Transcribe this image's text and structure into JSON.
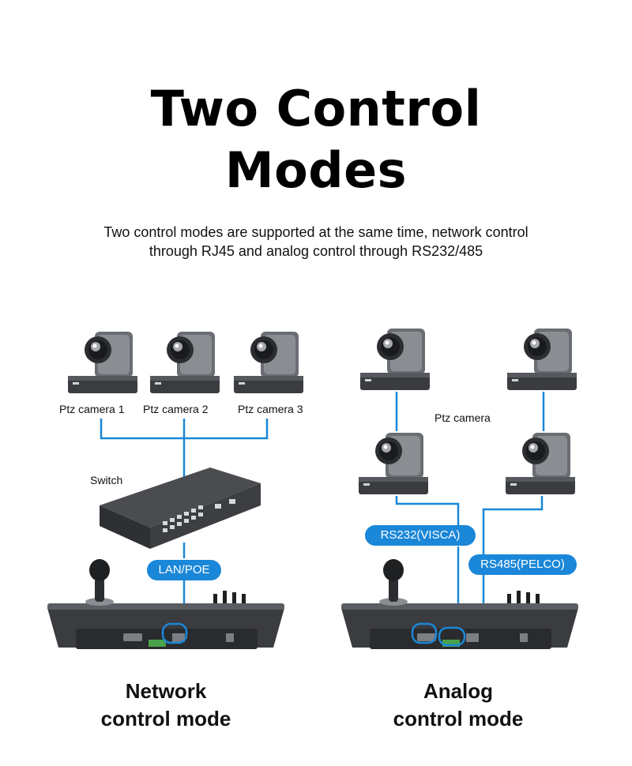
{
  "header": {
    "title_line1": "Two Control",
    "title_line2": "Modes",
    "subtitle_line1": "Two control modes are supported at the same time, network control",
    "subtitle_line2": "through RJ45 and analog control through RS232/485"
  },
  "network": {
    "camera_labels": [
      "Ptz camera 1",
      "Ptz camera 2",
      "Ptz camera 3"
    ],
    "switch_label": "Switch",
    "connection_label": "LAN/POE",
    "mode_line1": "Network",
    "mode_line2": "control mode"
  },
  "analog": {
    "camera_label": "Ptz camera",
    "rs232_label": "RS232(VISCA)",
    "rs485_label": "RS485(PELCO)",
    "mode_line1": "Analog",
    "mode_line2": "control mode"
  },
  "colors": {
    "wire": "#1a87d8",
    "pill": "#1a87d8",
    "device_dark": "#3a3c40",
    "device_mid": "#5a5d62"
  }
}
